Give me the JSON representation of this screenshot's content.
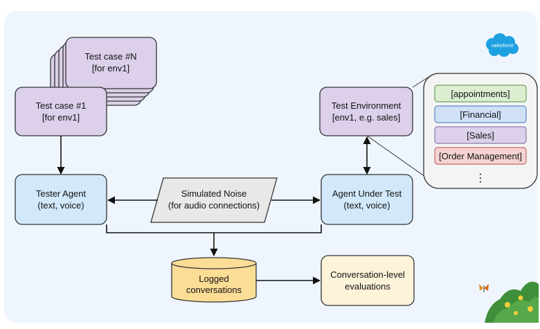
{
  "logo": {
    "text": "salesforce"
  },
  "test_case_n": {
    "line1": "Test case #N",
    "line2": "[for env1]"
  },
  "test_case_1": {
    "line1": "Test case #1",
    "line2": "[for env1]"
  },
  "ellipsis": "⋯",
  "tester_agent": {
    "line1": "Tester Agent",
    "line2": "(text, voice)"
  },
  "simulated_noise": {
    "line1": "Simulated Noise",
    "line2": "(for audio connections)"
  },
  "agent_under_test": {
    "line1": "Agent Under Test",
    "line2": "(text, voice)"
  },
  "test_environment": {
    "line1": "Test Environment",
    "line2": "[env1, e.g. sales]"
  },
  "environments": {
    "items": [
      {
        "label": "[appointments]",
        "fill": "#dcedd0",
        "stroke": "#6aa35a"
      },
      {
        "label": "[Financial]",
        "fill": "#cfe0f7",
        "stroke": "#5f86c4"
      },
      {
        "label": "[Sales]",
        "fill": "#dcd0ea",
        "stroke": "#8c7aa6"
      },
      {
        "label": "[Order Management]",
        "fill": "#f6d3d3",
        "stroke": "#c46a6a"
      }
    ],
    "more": "⋮"
  },
  "logged_conversations": {
    "line1": "Logged",
    "line2": "conversations"
  },
  "evaluations": {
    "line1": "Conversation-level",
    "line2": "evaluations"
  },
  "colors": {
    "background": "#eef5fd",
    "purple_box": "#dcd0ea",
    "blue_box": "#d2e9fb",
    "yellow_box": "#fdf3d9",
    "cylinder": "#fbdd96",
    "noise": "#e8e8e8",
    "env_panel": "#f4f4f4"
  }
}
